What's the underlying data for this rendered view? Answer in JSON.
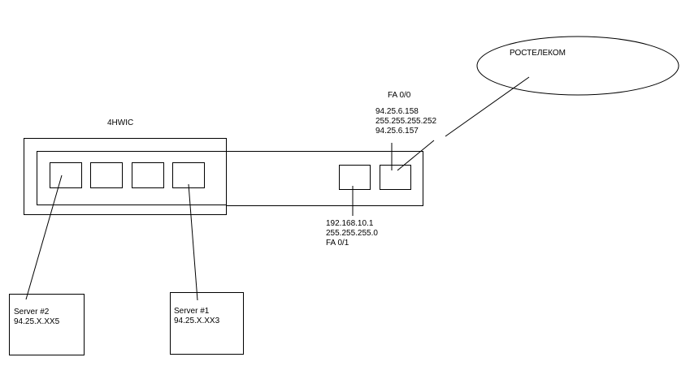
{
  "isp": {
    "name": "РОСТЕЛЕКОМ"
  },
  "wan_interface": {
    "name": "FA 0/0",
    "lines": [
      "94.25.6.158",
      "255.255.255.252",
      "94.25.6.157"
    ]
  },
  "hwic": {
    "name": "4HWIC"
  },
  "lan_interface": {
    "lines": [
      "192.168.10.1",
      "255.255.255.0",
      "FA 0/1"
    ]
  },
  "servers": [
    {
      "name": "Server #2",
      "ip": "94.25.X.XX5"
    },
    {
      "name": "Server #1",
      "ip": "94.25.X.XX3"
    }
  ],
  "colors": {
    "line": "#000000",
    "background": "#ffffff"
  }
}
